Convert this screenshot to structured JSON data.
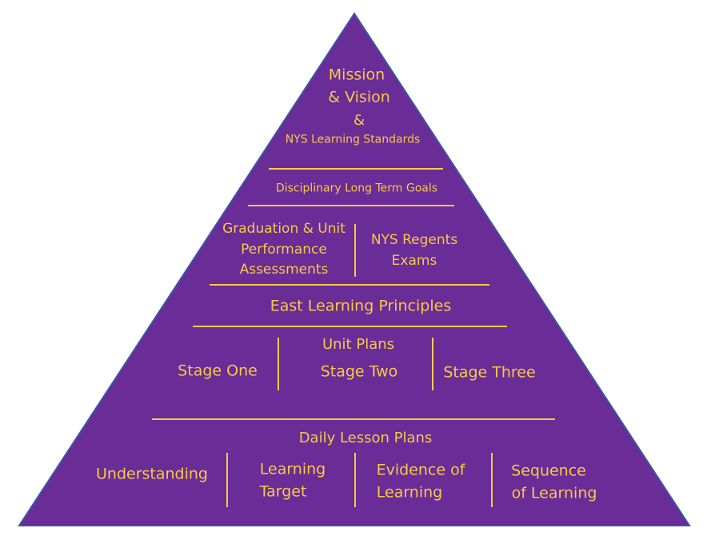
{
  "colors": {
    "pyramid_fill": "#6a2c96",
    "pyramid_stroke": "#3b53a6",
    "text": "#f7c948",
    "divider": "#f7c948"
  },
  "tiers": {
    "top": {
      "line1": "Mission",
      "line2": "& Vision",
      "line3": "&",
      "line4": "NYS Learning Standards"
    },
    "goals": "Disciplinary Long Term Goals",
    "assessments": {
      "left_line1": "Graduation & Unit",
      "left_line2": "Performance",
      "left_line3": "Assessments",
      "right_line1": "NYS Regents",
      "right_line2": "Exams"
    },
    "principles": "East Learning Principles",
    "unit_plans": {
      "title": "Unit Plans",
      "stage_one": "Stage One",
      "stage_two": "Stage Two",
      "stage_three": "Stage Three"
    },
    "daily": {
      "title": "Daily Lesson Plans",
      "understanding": "Understanding",
      "learning_target_1": "Learning",
      "learning_target_2": "Target",
      "evidence_1": "Evidence of",
      "evidence_2": "Learning",
      "sequence_1": "Sequence",
      "sequence_2": "of Learning"
    }
  }
}
